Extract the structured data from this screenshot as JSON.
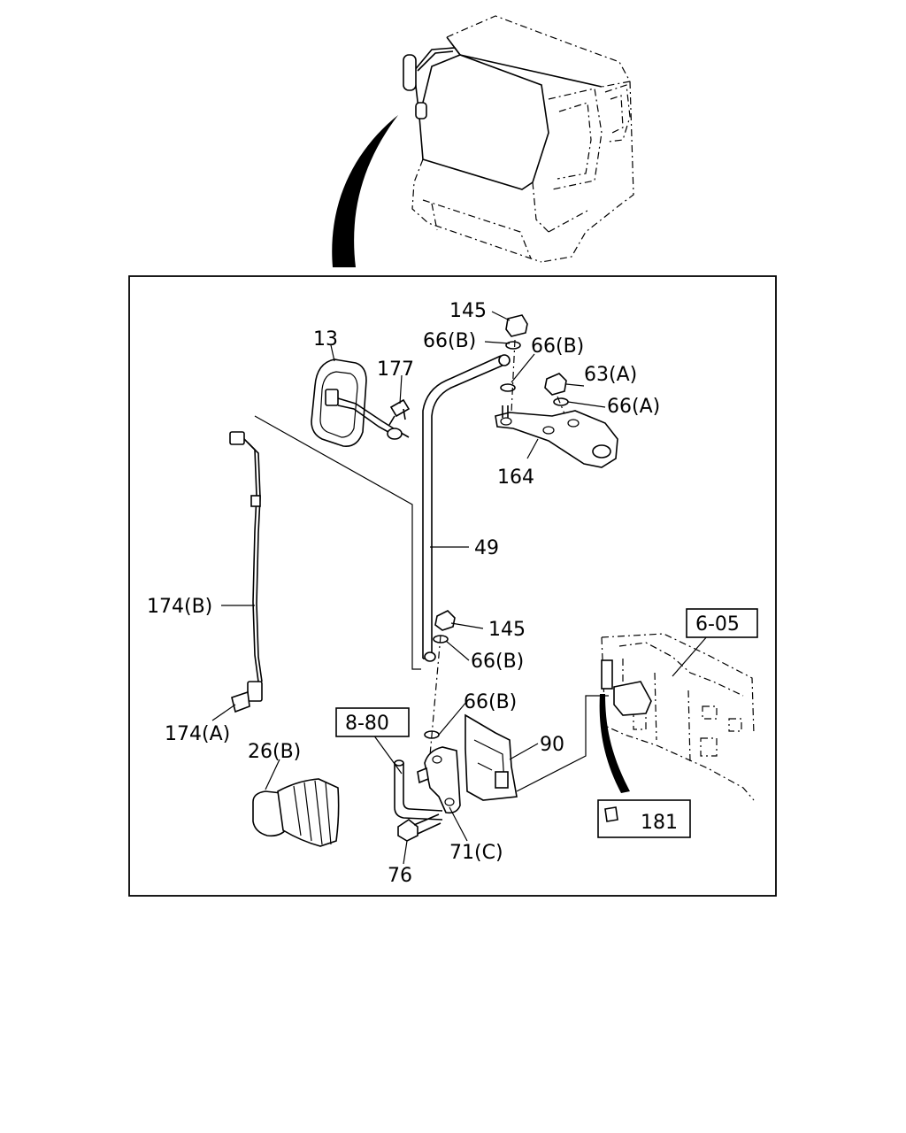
{
  "callouts": {
    "c145_top": "145",
    "c66b_1": "66(B)",
    "c66b_2": "66(B)",
    "c13": "13",
    "c177": "177",
    "c63a": "63(A)",
    "c66a": "66(A)",
    "c164": "164",
    "c49": "49",
    "c174b": "174(B)",
    "c145_mid": "145",
    "c66b_3": "66(B)",
    "c66b_4": "66(B)",
    "c174a": "174(A)",
    "c8_80": "8-80",
    "c90": "90",
    "c6_05": "6-05",
    "c26b": "26(B)",
    "c71c": "71(C)",
    "c76": "76",
    "c181": "181"
  }
}
